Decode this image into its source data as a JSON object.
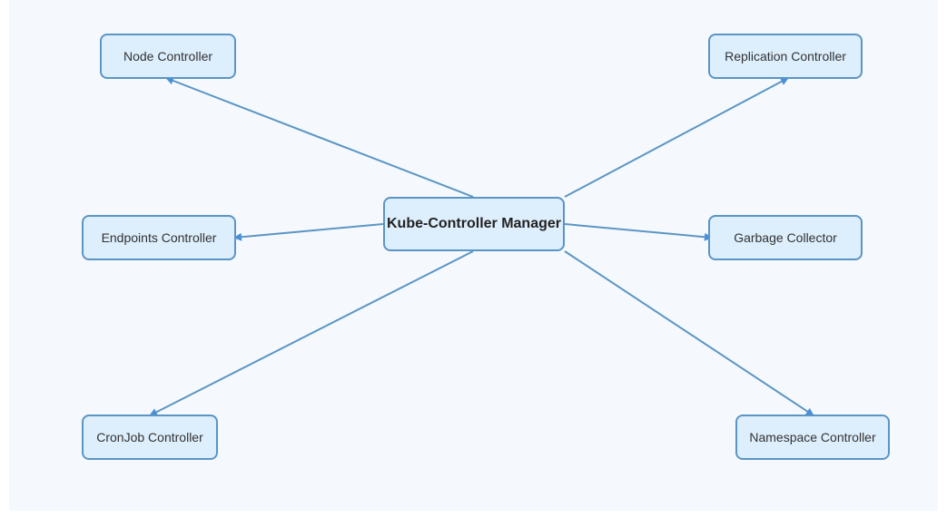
{
  "diagram": {
    "center": {
      "label": "Kube-Controller Manager"
    },
    "nodes": [
      {
        "id": "node",
        "label": "Node Controller"
      },
      {
        "id": "replication",
        "label": "Replication Controller"
      },
      {
        "id": "endpoints",
        "label": "Endpoints Controller"
      },
      {
        "id": "garbage",
        "label": "Garbage Collector"
      },
      {
        "id": "cronjob",
        "label": "CronJob Controller"
      },
      {
        "id": "namespace",
        "label": "Namespace Controller"
      }
    ],
    "colors": {
      "node_fill": "#ddeefc",
      "node_border": "#5b95c4",
      "edge": "#5b95c4",
      "arrow_head": "#4a90d9",
      "background": "#f5f9fd"
    }
  }
}
